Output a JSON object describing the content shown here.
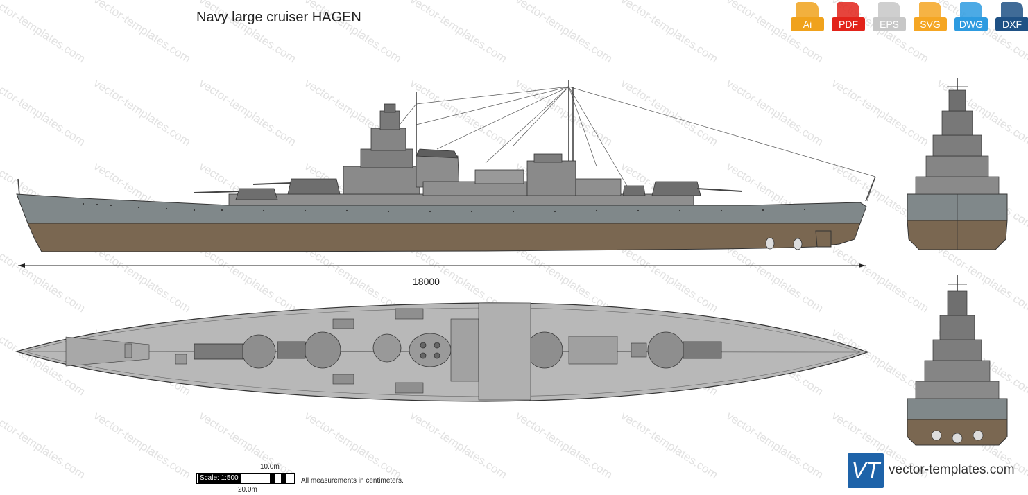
{
  "title": "Navy large cruiser HAGEN",
  "dimension": "18000",
  "scale": {
    "label": "Scale: 1:500",
    "short_mark": "10.0m",
    "long_mark": "20.0m"
  },
  "note": "All measurements in centimeters.",
  "formats": [
    {
      "label": "Ai",
      "color": "#f0a21c"
    },
    {
      "label": "PDF",
      "color": "#e2231a"
    },
    {
      "label": "EPS",
      "color": "#c7c7c7"
    },
    {
      "label": "SVG",
      "color": "#f5a623"
    },
    {
      "label": "DWG",
      "color": "#2d9be0"
    },
    {
      "label": "DXF",
      "color": "#1f5185"
    }
  ],
  "brand": {
    "logo_text": "VT",
    "site": "vector-templates.com"
  },
  "watermark": "vector-templates.com",
  "colors": {
    "hull_upper": "#80888a",
    "hull_lower": "#7a6751",
    "deck": "#b8b8b8",
    "structure": "#8f8f8f"
  }
}
